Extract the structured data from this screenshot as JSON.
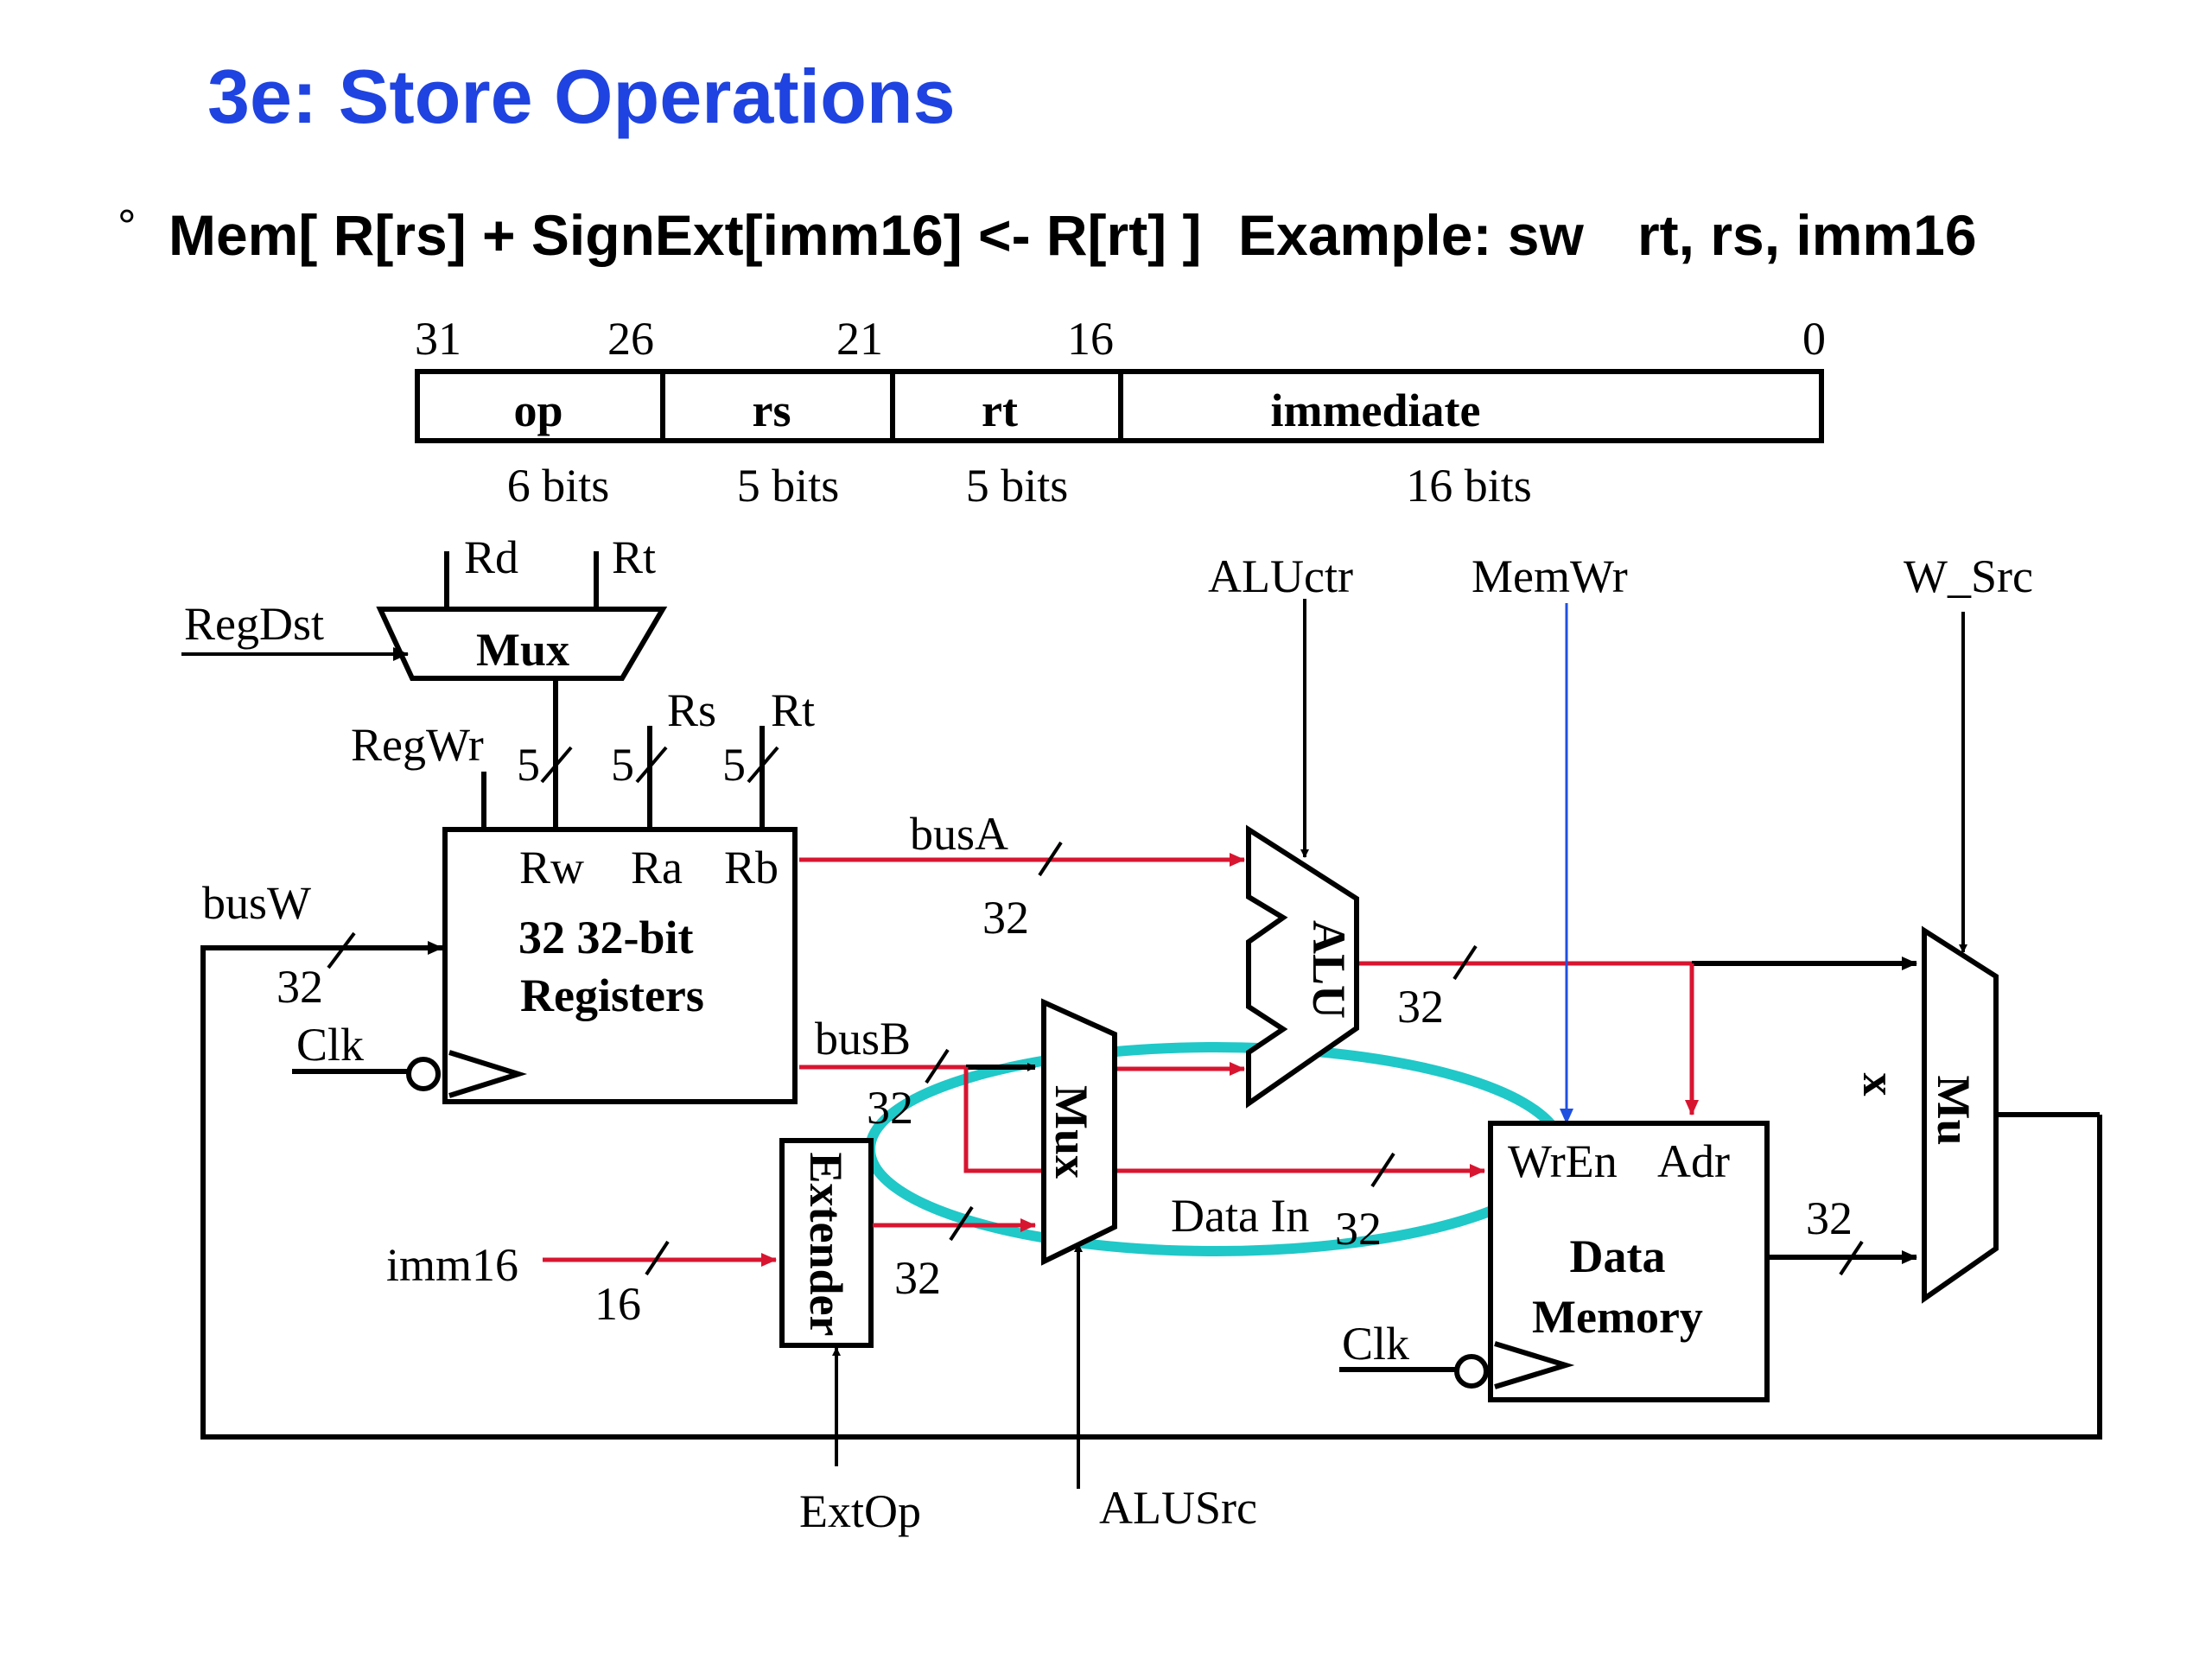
{
  "slide": {
    "title": "3e: Store Operations",
    "bullet_symbol": "°",
    "bullet_text": "Mem[ R[rs] + SignExt[imm16] <- R[rt] ]",
    "example_label": "Example: sw",
    "example_args": "rt, rs, imm16"
  },
  "instruction_format": {
    "bit_positions": [
      "31",
      "26",
      "21",
      "16",
      "0"
    ],
    "fields": [
      {
        "name": "op",
        "width": "6 bits"
      },
      {
        "name": "rs",
        "width": "5 bits"
      },
      {
        "name": "rt",
        "width": "5 bits"
      },
      {
        "name": "immediate",
        "width": "16 bits"
      }
    ]
  },
  "datapath": {
    "control_signals": {
      "regdst": "RegDst",
      "regwr": "RegWr",
      "aluctr": "ALUctr",
      "memwr": "MemWr",
      "wsrc": "W_Src",
      "extop": "ExtOp",
      "alusrc": "ALUSrc"
    },
    "regdst_mux": {
      "label": "Mux",
      "in_left": "Rd",
      "in_right": "Rt"
    },
    "register_file": {
      "title_line1": "32 32-bit",
      "title_line2": "Registers",
      "port_rw": "Rw",
      "port_ra": "Ra",
      "port_rb": "Rb",
      "in_rs": "Rs",
      "in_rt": "Rt",
      "width_rw": "5",
      "width_ra": "5",
      "width_rb": "5",
      "clk": "Clk"
    },
    "buses": {
      "busW": "busW",
      "busW_width": "32",
      "busA": "busA",
      "busA_width": "32",
      "busB": "busB",
      "busB_width": "32",
      "imm16": "imm16",
      "imm16_width": "16",
      "ext_out_width": "32",
      "alu_out_width": "32",
      "data_in": "Data In",
      "data_in_width": "32",
      "mem_out_width": "32"
    },
    "extender": {
      "label": "Extender"
    },
    "alusrc_mux": {
      "label": "Mux"
    },
    "alu": {
      "label": "ALU"
    },
    "data_memory": {
      "port_wren": "WrEn",
      "port_adr": "Adr",
      "title_line1": "Data",
      "title_line2": "Memory",
      "clk": "Clk"
    },
    "wsrc_mux": {
      "label_main": "Mu",
      "label_x": "x"
    },
    "colors": {
      "title": "#1f43e0",
      "datapath_red": "#d81530",
      "memwr_blue": "#2050e0",
      "highlight_ellipse": "#20c8c8"
    }
  }
}
